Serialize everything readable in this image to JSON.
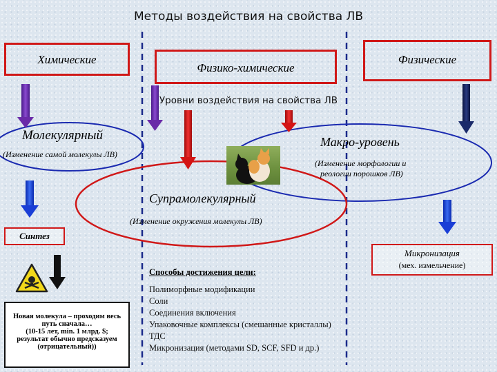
{
  "title": "Методы воздействия на свойства ЛВ",
  "methods": {
    "chemical": "Химические",
    "physchem": "Физико-химические",
    "physical": "Физические"
  },
  "levels_heading": "Уровни воздействия на свойства ЛВ",
  "molecular": {
    "title": "Молекулярный",
    "note": "(Изменение самой молекулы ЛВ)"
  },
  "macro": {
    "title": "Макро-уровень",
    "note_line1": "(Изменение морфологии и",
    "note_line2": "реологии порошков ЛВ)"
  },
  "supra": {
    "title": "Супрамолекулярный",
    "note": "(Изменение окружения молекулы ЛВ)"
  },
  "synthesis": "Синтез",
  "micronization": {
    "title": "Микронизация",
    "note": "(мех. измельчение)"
  },
  "new_molecule": {
    "line1": "Новая молекула – проходим весь",
    "line2": "путь сначала…",
    "line3": "(10-15 лет, min. 1 млрд. $;",
    "line4": "результат обычно предсказуем",
    "line5": "(отрицательный))"
  },
  "ways": {
    "heading": "Способы достижения цели:",
    "items": [
      "Полиморфные модификации",
      "Соли",
      "Соединения включения",
      "Упаковочные комплексы (смешанные кристаллы)",
      "ТДС",
      "Микронизация (методами SD, SCF, SFD и др.)"
    ]
  },
  "colors": {
    "frame_red": "#d01818",
    "arrow_purple": "#6a2aa8",
    "arrow_red": "#d41414",
    "arrow_blue": "#1a3ed6",
    "arrow_navy": "#1a2a6a",
    "arrow_black": "#111111",
    "ellipse_blue": "#1a2ab0"
  },
  "icons": [
    "hazard-warning-icon",
    "cats-photo"
  ]
}
